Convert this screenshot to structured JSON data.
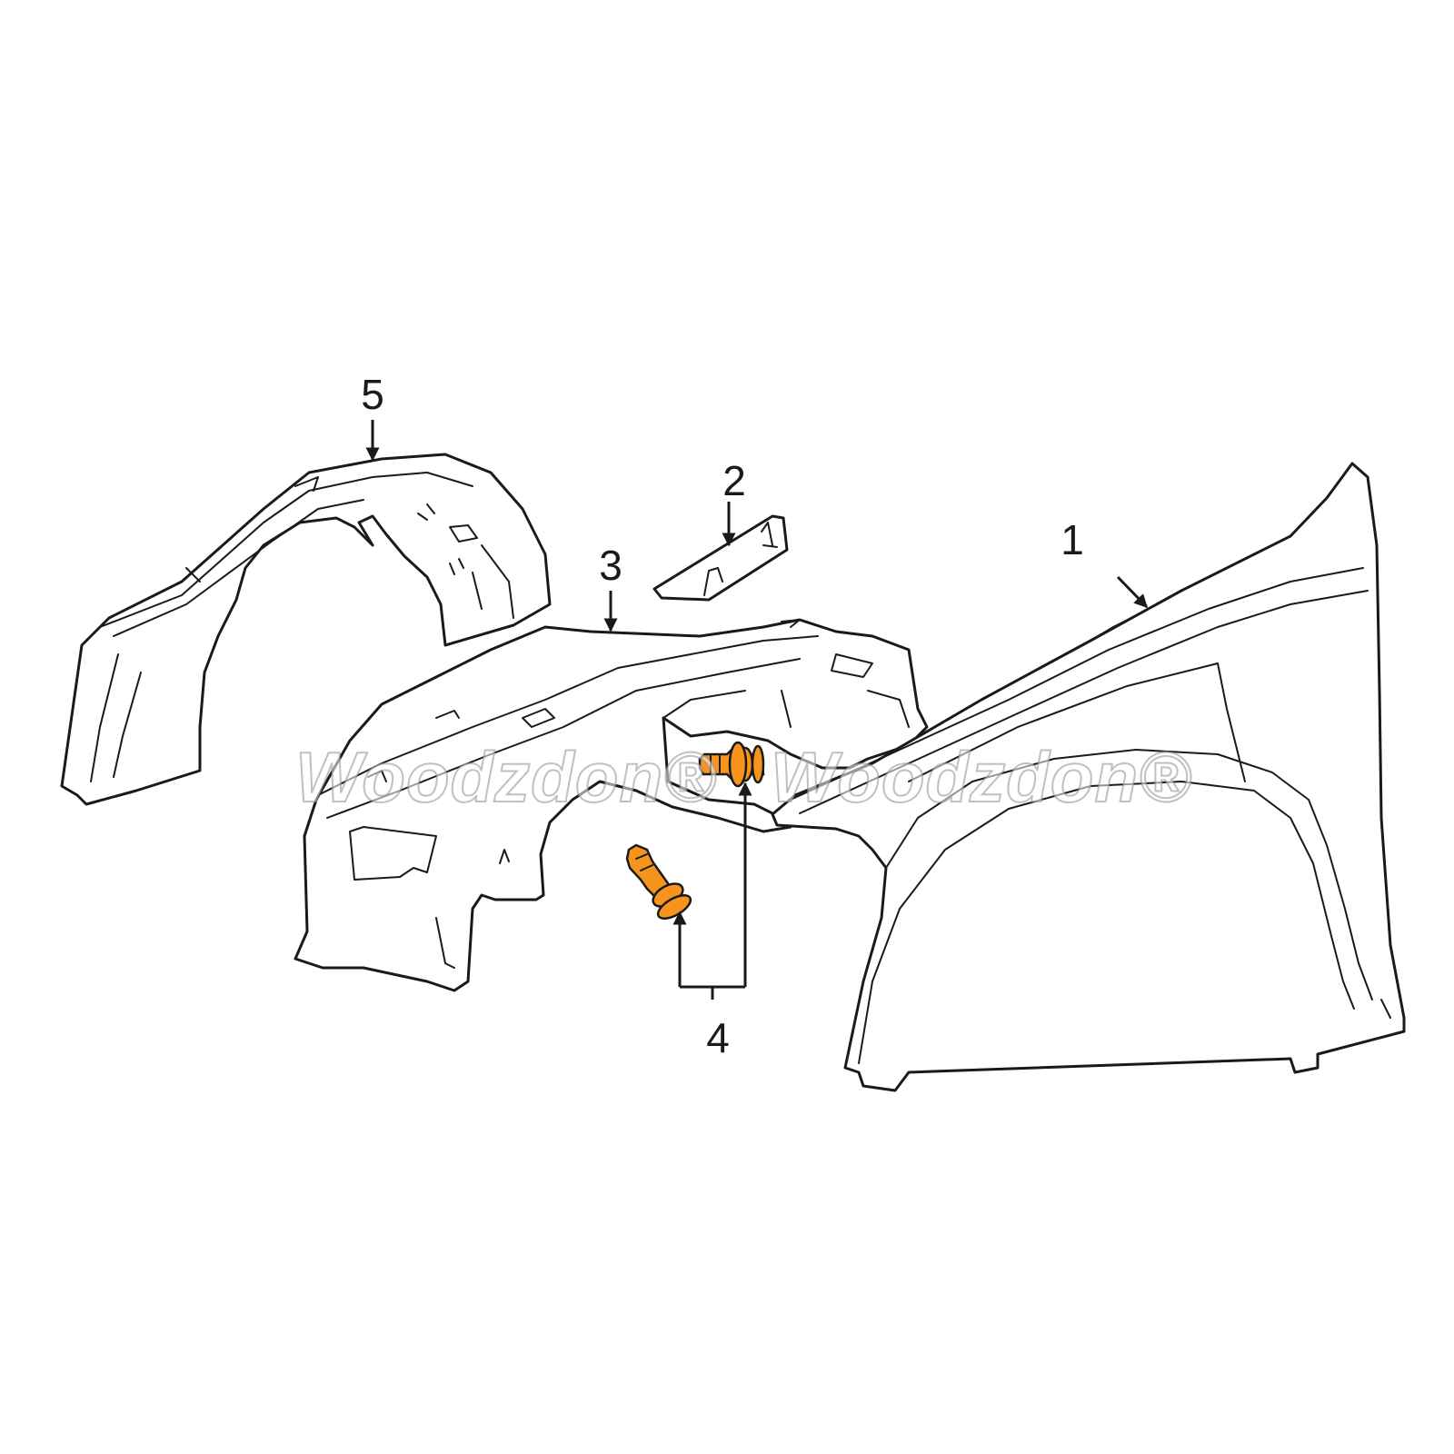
{
  "colors": {
    "line": "#1a1a1a",
    "clip_fill": "#f7941d",
    "background": "#ffffff"
  },
  "watermark": {
    "left": "Woodzdon®",
    "right": "Woodzdon®"
  },
  "callouts": {
    "p1": "1",
    "p2": "2",
    "p3": "3",
    "p4": "4",
    "p5": "5"
  }
}
